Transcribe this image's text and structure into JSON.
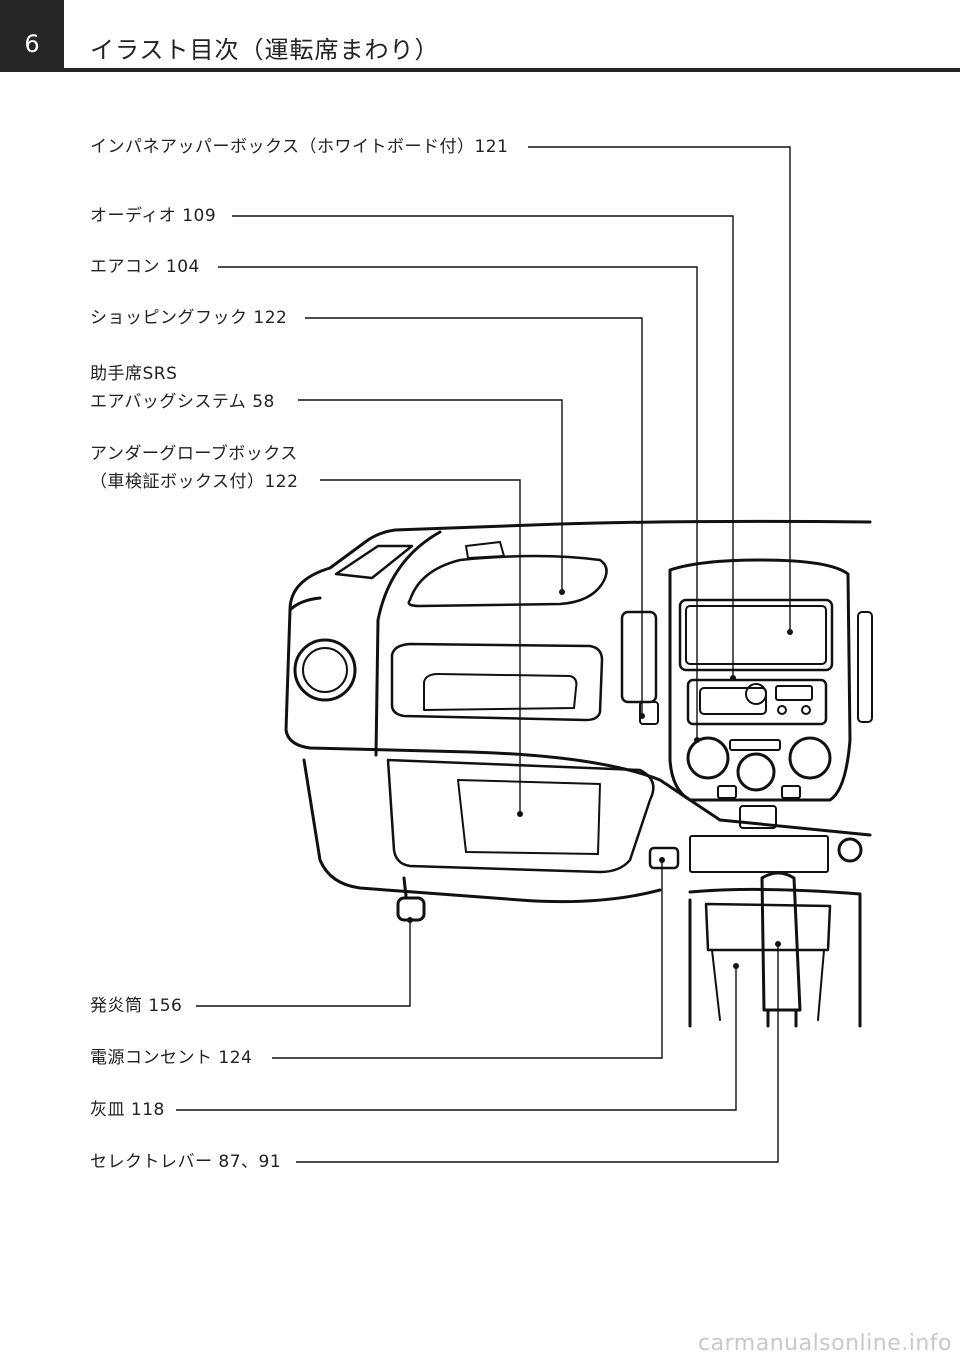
{
  "header": {
    "page_number": "6",
    "title": "イラスト目次（運転席まわり）"
  },
  "callouts": [
    {
      "id": "upper_box",
      "lines": [
        "インパネアッパーボックス（ホワイトボード付）121"
      ]
    },
    {
      "id": "audio",
      "lines": [
        "オーディオ 109"
      ]
    },
    {
      "id": "aircon",
      "lines": [
        "エアコン 104"
      ]
    },
    {
      "id": "shopping_hook",
      "lines": [
        "ショッピングフック 122"
      ]
    },
    {
      "id": "srs_airbag",
      "lines": [
        "助手席SRS",
        "エアバッグシステム 58"
      ]
    },
    {
      "id": "under_glovebox",
      "lines": [
        "アンダーグローブボックス",
        "（車検証ボックス付）122"
      ]
    },
    {
      "id": "flare",
      "lines": [
        "発炎筒 156"
      ]
    },
    {
      "id": "power_outlet",
      "lines": [
        "電源コンセント 124"
      ]
    },
    {
      "id": "ashtray",
      "lines": [
        "灰皿 118"
      ]
    },
    {
      "id": "select_lever",
      "lines": [
        "セレクトレバー 87、91"
      ]
    }
  ],
  "watermark": "carmanualsonline.info"
}
